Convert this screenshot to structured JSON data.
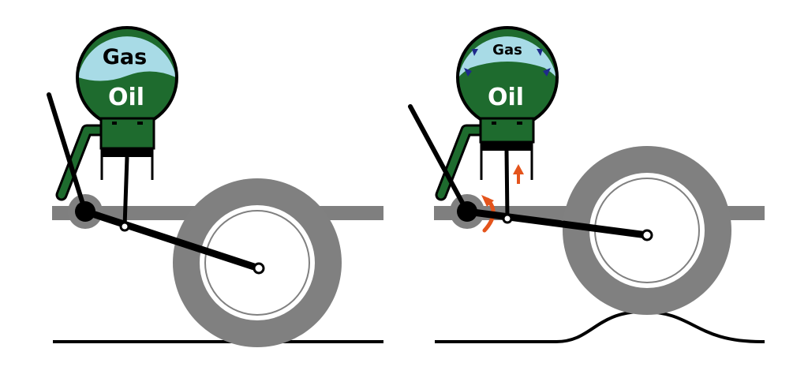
{
  "panels": [
    {
      "id": "normal",
      "gas_label": "Gas",
      "oil_label": "Oil"
    },
    {
      "id": "compressed",
      "gas_label": "Gas",
      "oil_label": "Oil"
    }
  ],
  "colors": {
    "oil": "#1e6b2e",
    "gas": "#a8dbe6",
    "arm": "#000000",
    "frame": "#7f7f7f",
    "tire": "#808080",
    "arrow": "#e4541c",
    "pressure_arrows": "#1f2a8c"
  }
}
